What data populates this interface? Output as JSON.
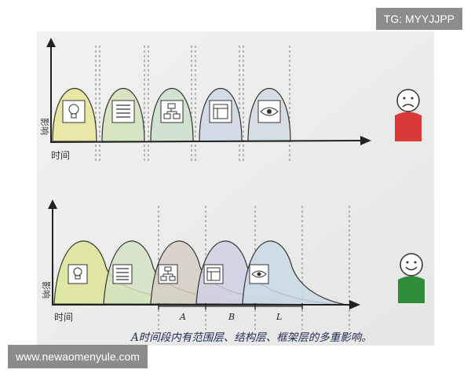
{
  "watermark": {
    "tag": "TG: MYYJJPP",
    "site": "www.newaomenyule.com"
  },
  "top_diagram": {
    "ylabel": "影响",
    "xlabel": "时间",
    "planes": [
      {
        "name": "strategy",
        "icon": "lightbulb-icon",
        "color": "#e9e7a6"
      },
      {
        "name": "scope",
        "icon": "list-icon",
        "color": "#d7e4c2"
      },
      {
        "name": "structure",
        "icon": "flowchart-icon",
        "color": "#d2e2d0"
      },
      {
        "name": "skeleton",
        "icon": "wireframe-icon",
        "color": "#d3dbe6"
      },
      {
        "name": "surface",
        "icon": "eye-icon",
        "color": "#d6dee3"
      }
    ],
    "face": {
      "mood": "sad",
      "color": "#d83a3a"
    }
  },
  "bottom_diagram": {
    "ylabel": "影响",
    "xlabel": "时间",
    "planes": [
      {
        "name": "strategy",
        "icon": "lightbulb-icon",
        "color": "#dfe59b"
      },
      {
        "name": "scope",
        "icon": "list-icon",
        "color": "#d4e3c3"
      },
      {
        "name": "structure",
        "icon": "flowchart-icon",
        "color": "#d6cfc6"
      },
      {
        "name": "skeleton",
        "icon": "wireframe-icon",
        "color": "#cfd0e3"
      },
      {
        "name": "surface",
        "icon": "eye-icon",
        "color": "#c9dbe4"
      }
    ],
    "brackets": [
      "A",
      "B",
      "L"
    ],
    "face": {
      "mood": "happy",
      "color": "#2f8c3a"
    },
    "note": "A时间段内有范围层、结构层、框架层的多重影响。"
  }
}
